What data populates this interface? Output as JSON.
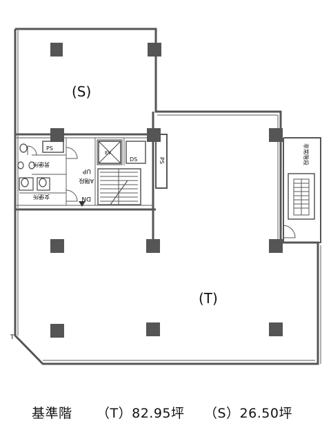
{
  "plan": {
    "unit_s_label": "(S)",
    "unit_t_label": "(T)",
    "ps_left": "PS",
    "ds_label": "DS",
    "ps_right": "PS",
    "stair_a_label": "A階段",
    "up_label": "UP",
    "dn_label": "DN",
    "stair_emergency_label": "非常階段",
    "wc_men_label": "男便所",
    "wc_women_label": "女便所",
    "ev_label": "EV",
    "t_mark": "T"
  },
  "caption": {
    "floor_label": "基準階",
    "t_area": "（T）82.95坪",
    "s_area": "（S）26.50坪"
  }
}
